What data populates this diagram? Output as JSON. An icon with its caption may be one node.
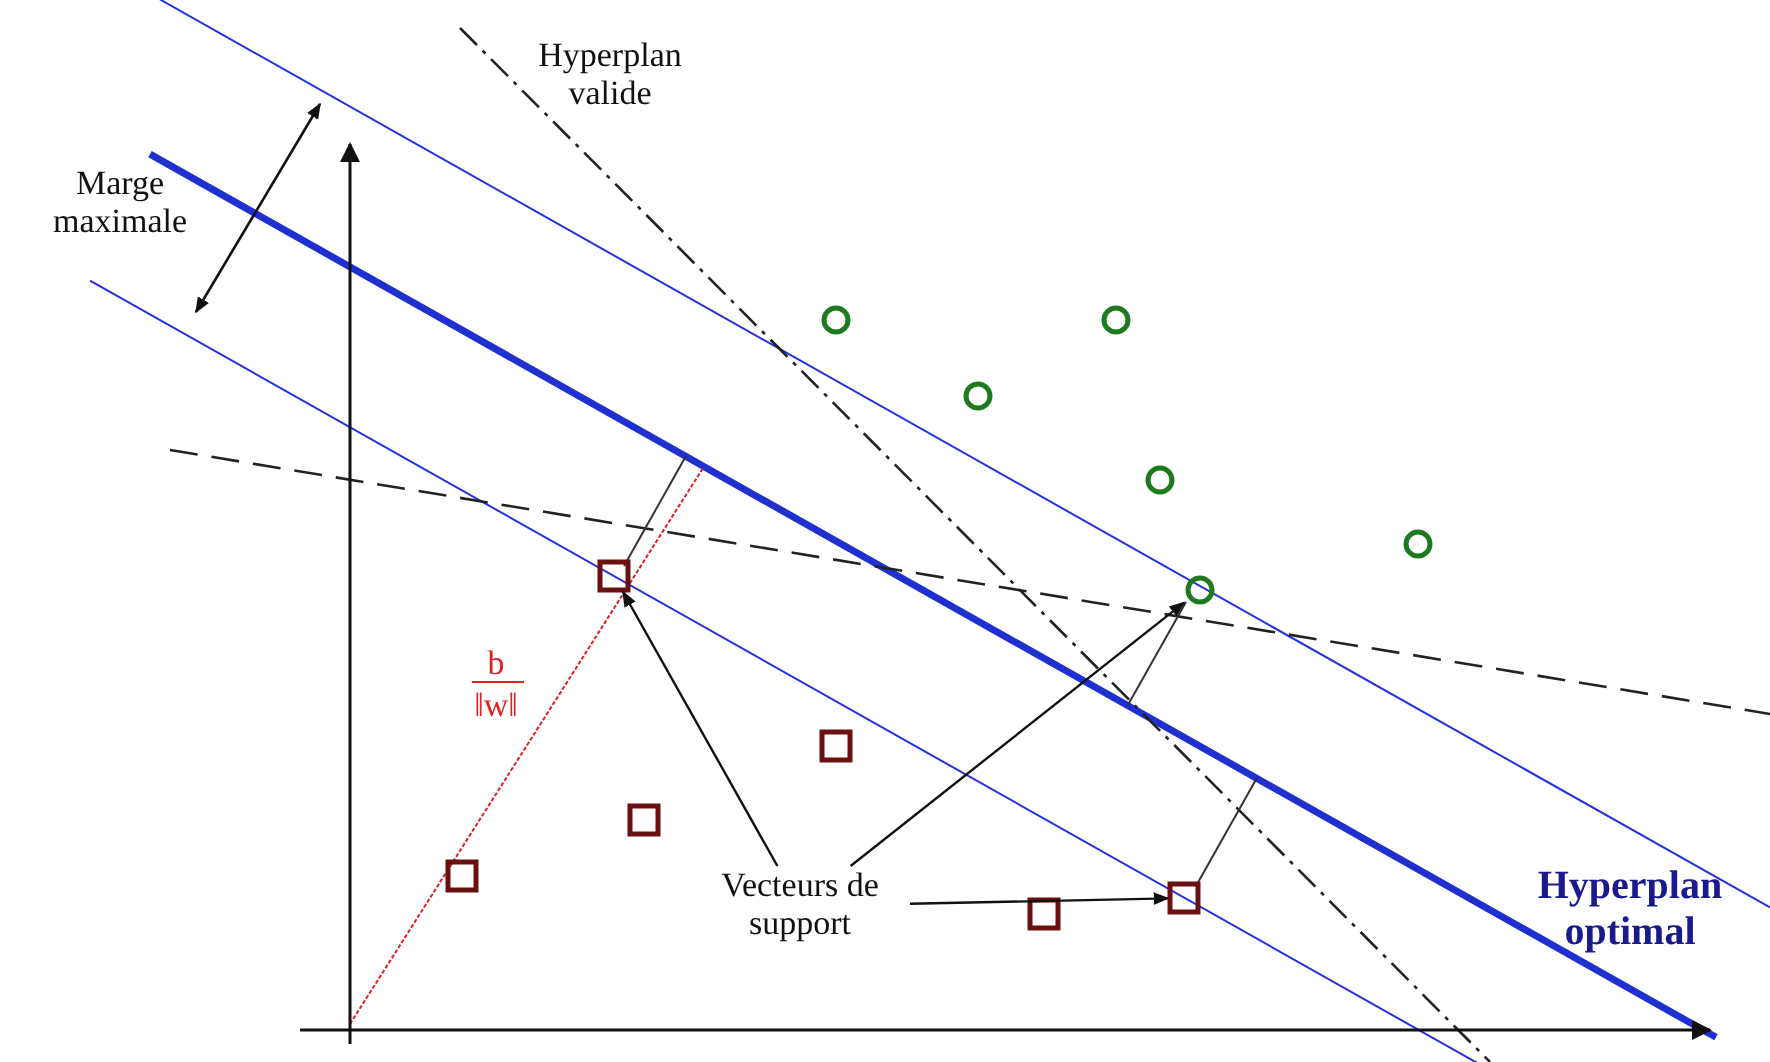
{
  "diagram": {
    "nodes": [
      {
        "text": [
          "Vecteurs de support"
        ]
      },
      {
        "text": [],
        "shape": "circle"
      },
      {
        "text": [],
        "shape": "circle"
      },
      {
        "text": [],
        "shape": "circle"
      },
      {
        "text": [],
        "shape": "circle"
      },
      {
        "text": [],
        "shape": "circle"
      },
      {
        "text": [],
        "shape": "circle"
      },
      {
        "text": [],
        "shape": "box"
      },
      {
        "text": [],
        "shape": "box"
      },
      {
        "text": [],
        "shape": "box"
      },
      {
        "text": [],
        "shape": "box"
      },
      {
        "text": [],
        "shape": "box"
      },
      {
        "text": [],
        "shape": "box"
      }
    ],
    "edges": [
      {
        "from": 0,
        "to": 7,
        "arrow": "to"
      },
      {
        "from": 0,
        "to": 6,
        "arrow": "to"
      },
      {
        "from": 0,
        "to": 11,
        "arrow": "to"
      }
    ],
    "labels": [
      "Hyperplan valide",
      "Marge maximale",
      "b",
      "‖w‖",
      "Hyperplan optimal"
    ]
  }
}
